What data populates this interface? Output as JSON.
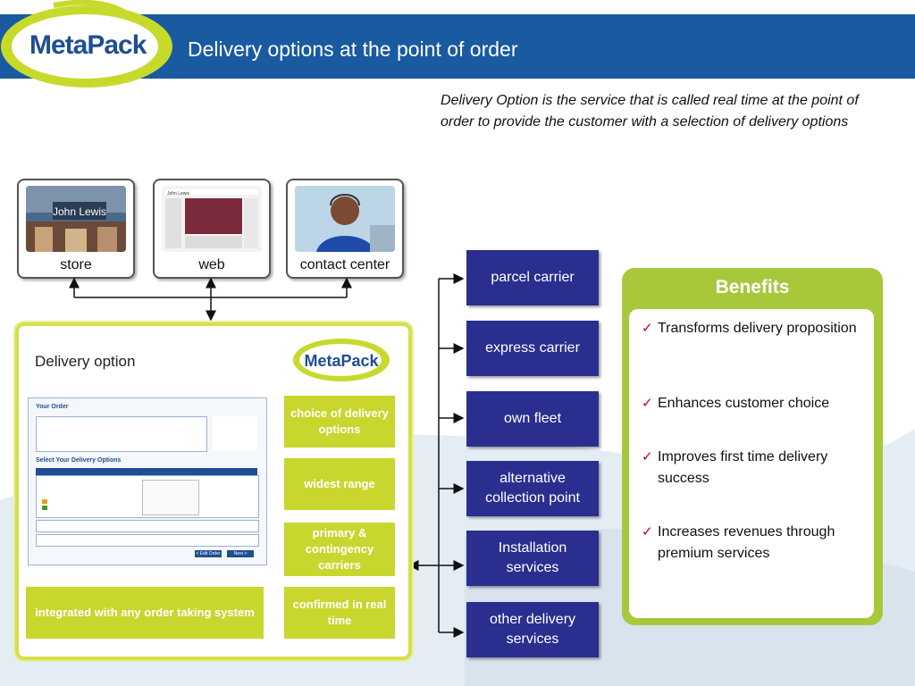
{
  "header": {
    "title": "Delivery options at the point of order",
    "logo_meta": "Meta",
    "logo_pack": "Pack"
  },
  "intro": "Delivery Option is the service that is called real time at the point of order to provide the customer with a selection of delivery options",
  "channels": [
    "store",
    "web",
    "contact center"
  ],
  "delivery_panel": {
    "title": "Delivery option",
    "logo_meta": "Meta",
    "logo_pack": "Pack",
    "features": [
      "choice of delivery options",
      "widest range",
      "primary & contingency carriers",
      "confirmed in real time"
    ],
    "integrated": "integrated with any order taking system",
    "screenshot": {
      "your_order": "Your Order",
      "select_options": "Select Your Delivery Options",
      "edit_order": "< Edit Order",
      "next": "Next >"
    }
  },
  "carriers": [
    "parcel carrier",
    "express carrier",
    "own fleet",
    "alternative collection point",
    "Installation services",
    "other delivery services"
  ],
  "benefits": {
    "title": "Benefits",
    "items": [
      "Transforms delivery proposition",
      "Enhances customer choice",
      "Improves first time delivery success",
      "Increases revenues through premium services"
    ]
  },
  "colors": {
    "header": "#1a5aa0",
    "lime": "#c9d62e",
    "carrier": "#2a2f8f",
    "benefits": "#a8c83c"
  }
}
